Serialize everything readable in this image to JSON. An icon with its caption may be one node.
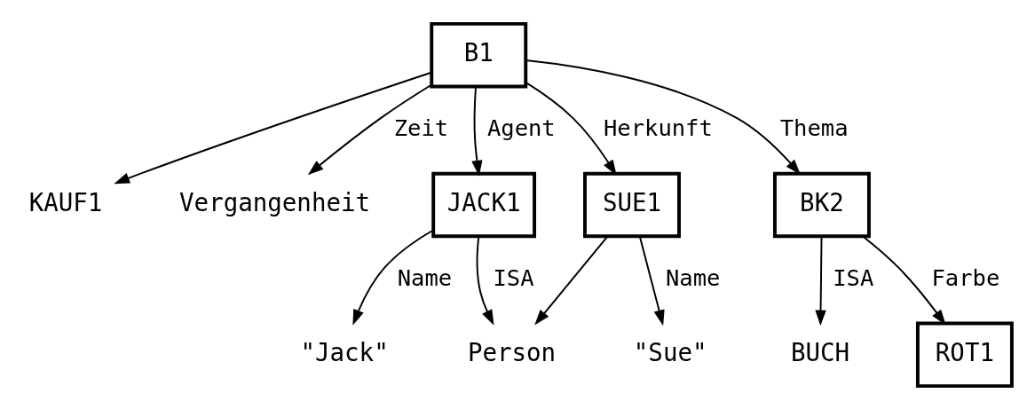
{
  "diagram": {
    "nodes": [
      {
        "text": [
          "B1"
        ]
      },
      {
        "text": [
          "KAUF1"
        ]
      },
      {
        "text": [
          "Vergangenheit"
        ]
      },
      {
        "text": [
          "Person"
        ]
      },
      {
        "text": [
          "JACK1"
        ]
      },
      {
        "text": [
          "SUE1"
        ]
      },
      {
        "text": [
          "BK2"
        ]
      },
      {
        "text": [
          "BUCH"
        ]
      },
      {
        "text": [
          "\"Jack\""
        ]
      },
      {
        "text": [
          "\"Sue\""
        ]
      },
      {
        "text": [
          "ROT1"
        ]
      }
    ],
    "edges": [
      {
        "from": 0,
        "to": 1,
        "arrow": "to"
      },
      {
        "from": 0,
        "to": 2,
        "arrow": "to",
        "label": "Zeit"
      },
      {
        "from": 4,
        "to": 3,
        "arrow": "to",
        "label": "ISA"
      },
      {
        "from": 5,
        "to": 3,
        "arrow": "to"
      },
      {
        "from": 0,
        "to": 4,
        "arrow": "to",
        "label": "Agent"
      },
      {
        "from": 0,
        "to": 5,
        "arrow": "to",
        "label": "Herkunft"
      },
      {
        "from": 0,
        "to": 6,
        "arrow": "to",
        "label": "Thema"
      },
      {
        "from": 4,
        "to": 8,
        "arrow": "to",
        "label": "Name"
      },
      {
        "from": 5,
        "to": 9,
        "arrow": "to",
        "label": "Name"
      },
      {
        "from": 6,
        "to": 7,
        "arrow": "to",
        "label": "ISA"
      },
      {
        "from": 6,
        "to": 10,
        "arrow": "to",
        "label": "Farbe"
      }
    ]
  }
}
